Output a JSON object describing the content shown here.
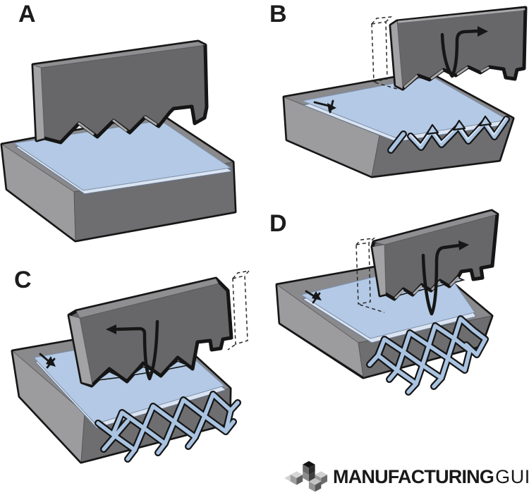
{
  "figure": {
    "panels": [
      {
        "id": "a",
        "label": "A"
      },
      {
        "id": "b",
        "label": "B"
      },
      {
        "id": "c",
        "label": "C"
      },
      {
        "id": "d",
        "label": "D"
      }
    ]
  },
  "logo": {
    "brand_primary": "MANUFACTURING",
    "brand_secondary": "GUIDE"
  },
  "colors": {
    "sheet_blue": "#b3c9e5",
    "mesh_blue": "#a9c3e1",
    "tool_gray": "#67676a",
    "block_gray": "#6e6e71",
    "outline_black": "#151515",
    "logo_text": "#191919",
    "background": "#ffffff"
  }
}
